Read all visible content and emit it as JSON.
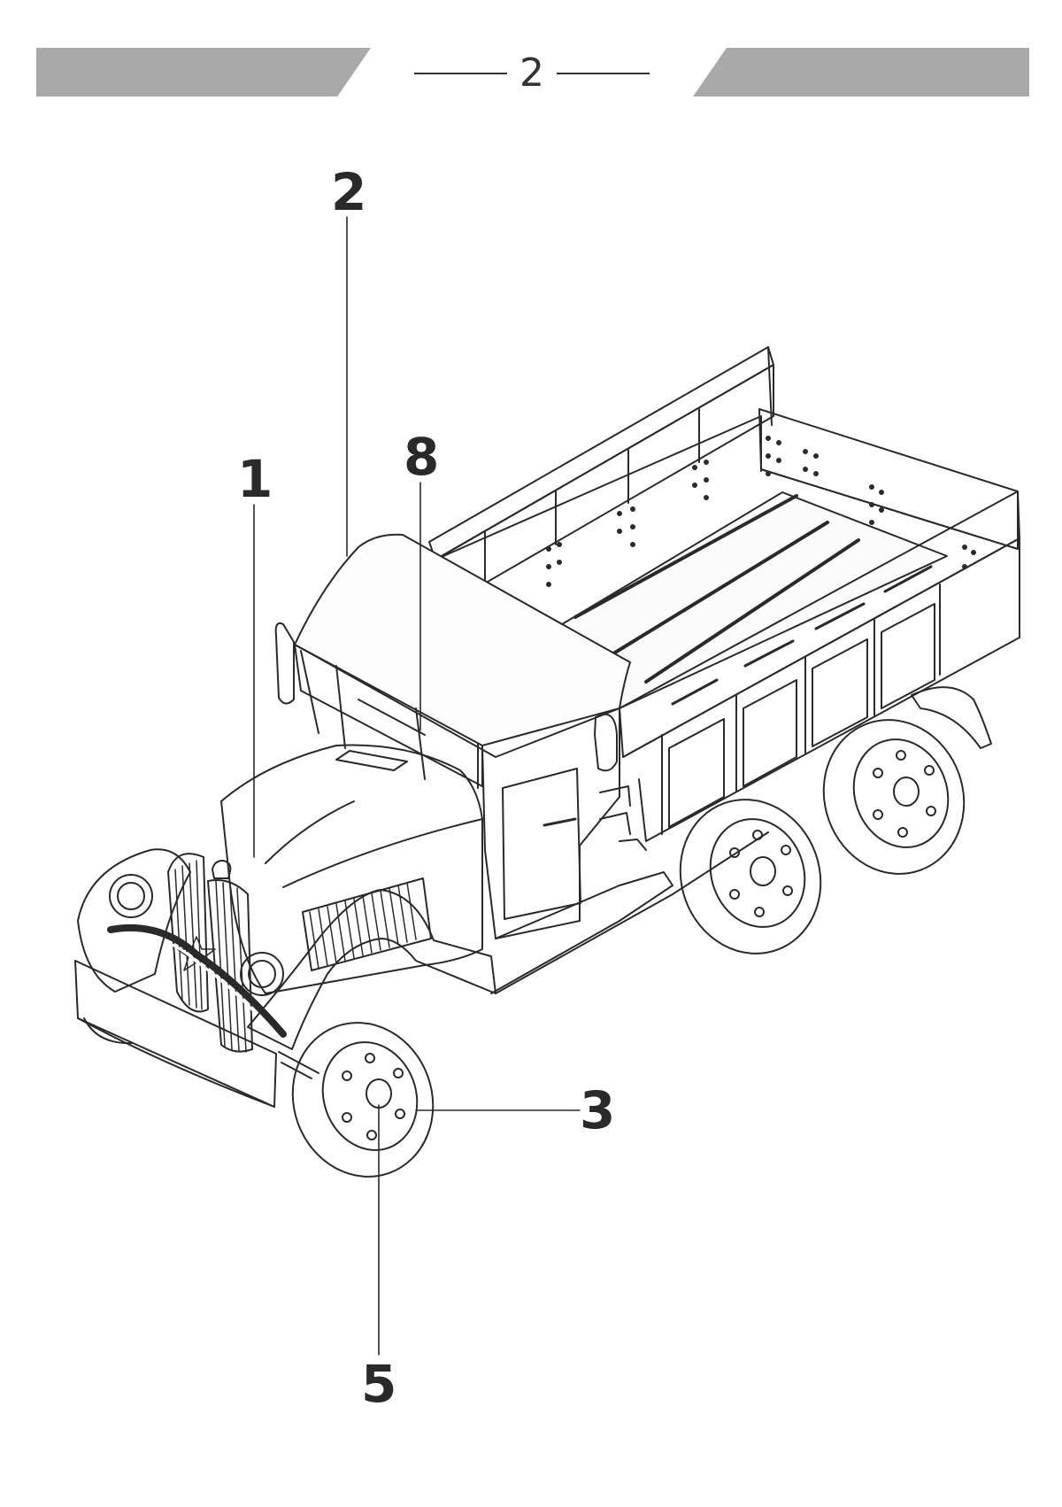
{
  "page": {
    "number": "2"
  },
  "colors": {
    "banner": "#a9a9a9",
    "ink": "#2a2a2a",
    "background": "#ffffff"
  },
  "callouts": [
    {
      "id": "1",
      "label": "1"
    },
    {
      "id": "2",
      "label": "2"
    },
    {
      "id": "8",
      "label": "8"
    },
    {
      "id": "3",
      "label": "3"
    },
    {
      "id": "5",
      "label": "5"
    }
  ]
}
